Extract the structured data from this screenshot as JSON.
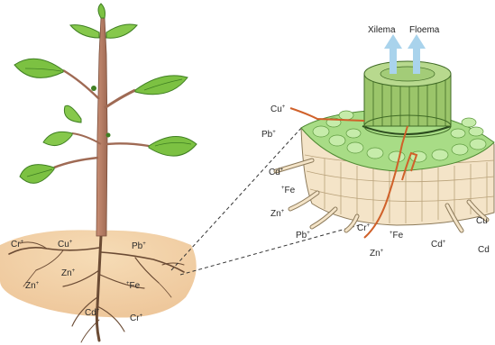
{
  "arrows": {
    "xylem": "Xilema",
    "phloem": "Floema"
  },
  "soil_ions": {
    "cr_top": "Cr",
    "cu": "Cu",
    "pb": "Pb",
    "zn_mid": "Zn",
    "zn_left": "Zn",
    "fe": "Fe",
    "cd": "Cd",
    "cr_bottom": "Cr",
    "superscript": "+"
  },
  "root_ions": {
    "cu_top": "Cu",
    "pb": "Pb",
    "cd_left": "Cd",
    "fe_left": "Fe",
    "zn_left": "Zn",
    "pb_bottom": "Pb",
    "cr": "Cr",
    "fe_right": "Fe",
    "zn_bottom": "Zn",
    "cd_bottom": "Cd",
    "cu_right": "Cu",
    "cd_right": "Cd",
    "superscript": "+"
  },
  "colors": {
    "soil": "#f3d7b0",
    "stem": "#b87a5f",
    "leaf": "#7cc142",
    "leaf_dark": "#3f7f22",
    "cortex_green": "#a8dc86",
    "cortex_tan": "#f4e4c8",
    "vascular": "#9bc56a",
    "ion_path": "#d0612a",
    "arrow": "#a9d3ec"
  }
}
